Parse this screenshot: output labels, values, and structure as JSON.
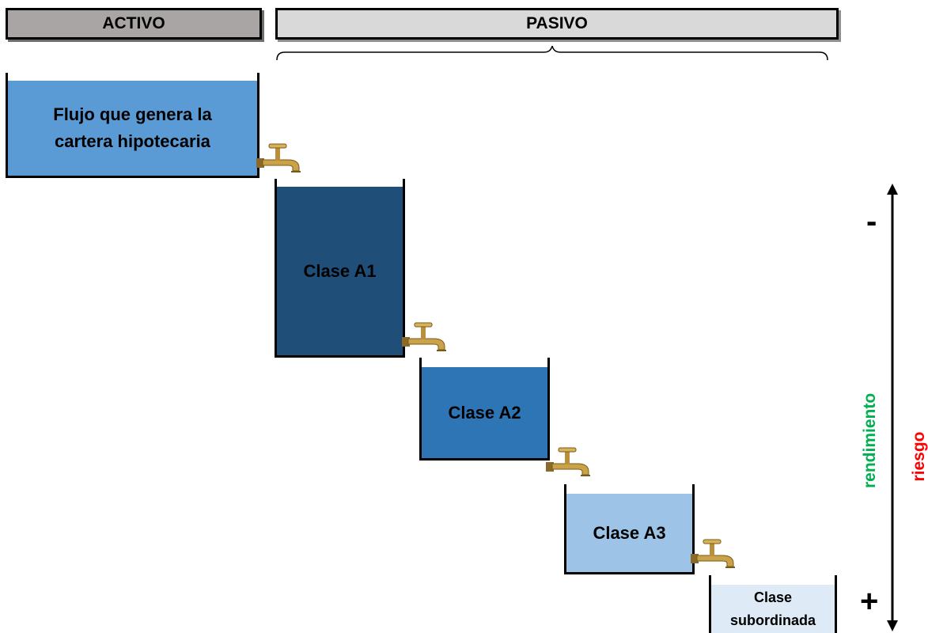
{
  "header": {
    "activo": "ACTIVO",
    "pasivo": "PASIVO"
  },
  "asset": {
    "line1": "Flujo que genera la",
    "line2": "cartera hipotecaria"
  },
  "tranches": {
    "a1": "Clase A1",
    "a2": "Clase A2",
    "a3": "Clase A3",
    "sub_line1": "Clase",
    "sub_line2": "subordinada"
  },
  "axis": {
    "top_sign": "-",
    "bottom_sign": "+",
    "return_label": "rendimiento",
    "risk_label": "riesgo",
    "return_color": "#00b050",
    "risk_color": "#ff0000"
  },
  "colors": {
    "activo_header": "#aaa5a5",
    "pasivo_header": "#d9d9d9",
    "asset_water": "#5b9bd5",
    "a1_water": "#1f4e79",
    "a2_water": "#2e75b6",
    "a3_water": "#9dc3e6",
    "sub_water": "#deebf7",
    "faucet": "#c9a24a"
  },
  "icons": [
    "faucet-icon"
  ]
}
